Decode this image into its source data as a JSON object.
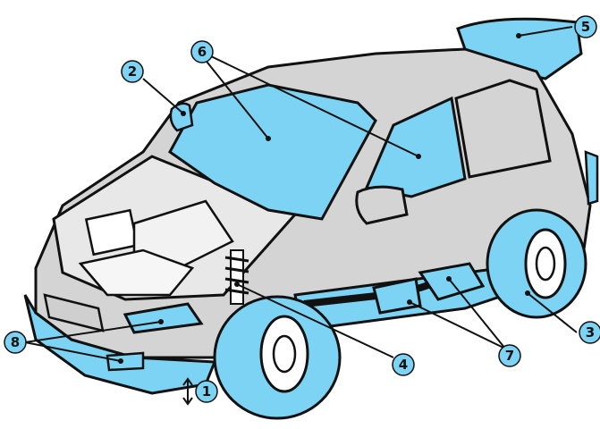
{
  "colors": {
    "body_fill": "#d4d4d4",
    "highlight_fill": "#7dd3f3",
    "outline": "#111111",
    "callout_bg": "#7dd3f3",
    "callout_text": "#111111",
    "background": "#ffffff"
  },
  "callouts": [
    {
      "number": "1"
    },
    {
      "number": "2"
    },
    {
      "number": "3"
    },
    {
      "number": "4"
    },
    {
      "number": "5"
    },
    {
      "number": "6"
    },
    {
      "number": "7"
    },
    {
      "number": "8"
    }
  ]
}
